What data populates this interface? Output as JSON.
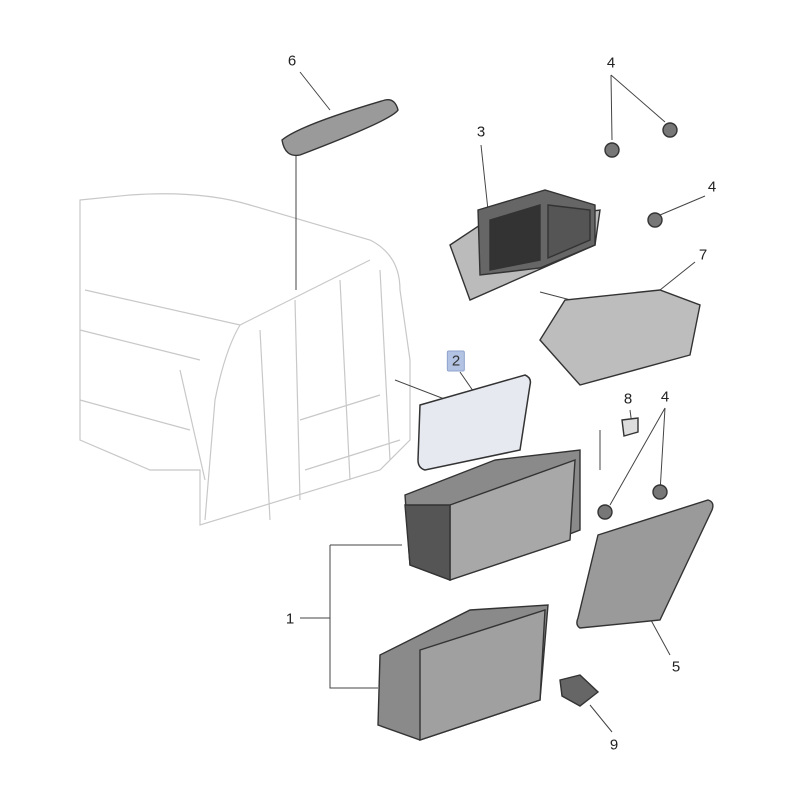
{
  "diagram": {
    "title": "Console exploded parts view",
    "highlight_color": "#b3c3e3",
    "callouts": [
      {
        "id": "c6",
        "label": "6"
      },
      {
        "id": "c4a",
        "label": "4"
      },
      {
        "id": "c3",
        "label": "3"
      },
      {
        "id": "c4b",
        "label": "4"
      },
      {
        "id": "c7",
        "label": "7"
      },
      {
        "id": "c2",
        "label": "2",
        "highlighted": true
      },
      {
        "id": "c8",
        "label": "8"
      },
      {
        "id": "c4c",
        "label": "4"
      },
      {
        "id": "c1",
        "label": "1"
      },
      {
        "id": "c5",
        "label": "5"
      },
      {
        "id": "c9",
        "label": "9"
      }
    ]
  }
}
